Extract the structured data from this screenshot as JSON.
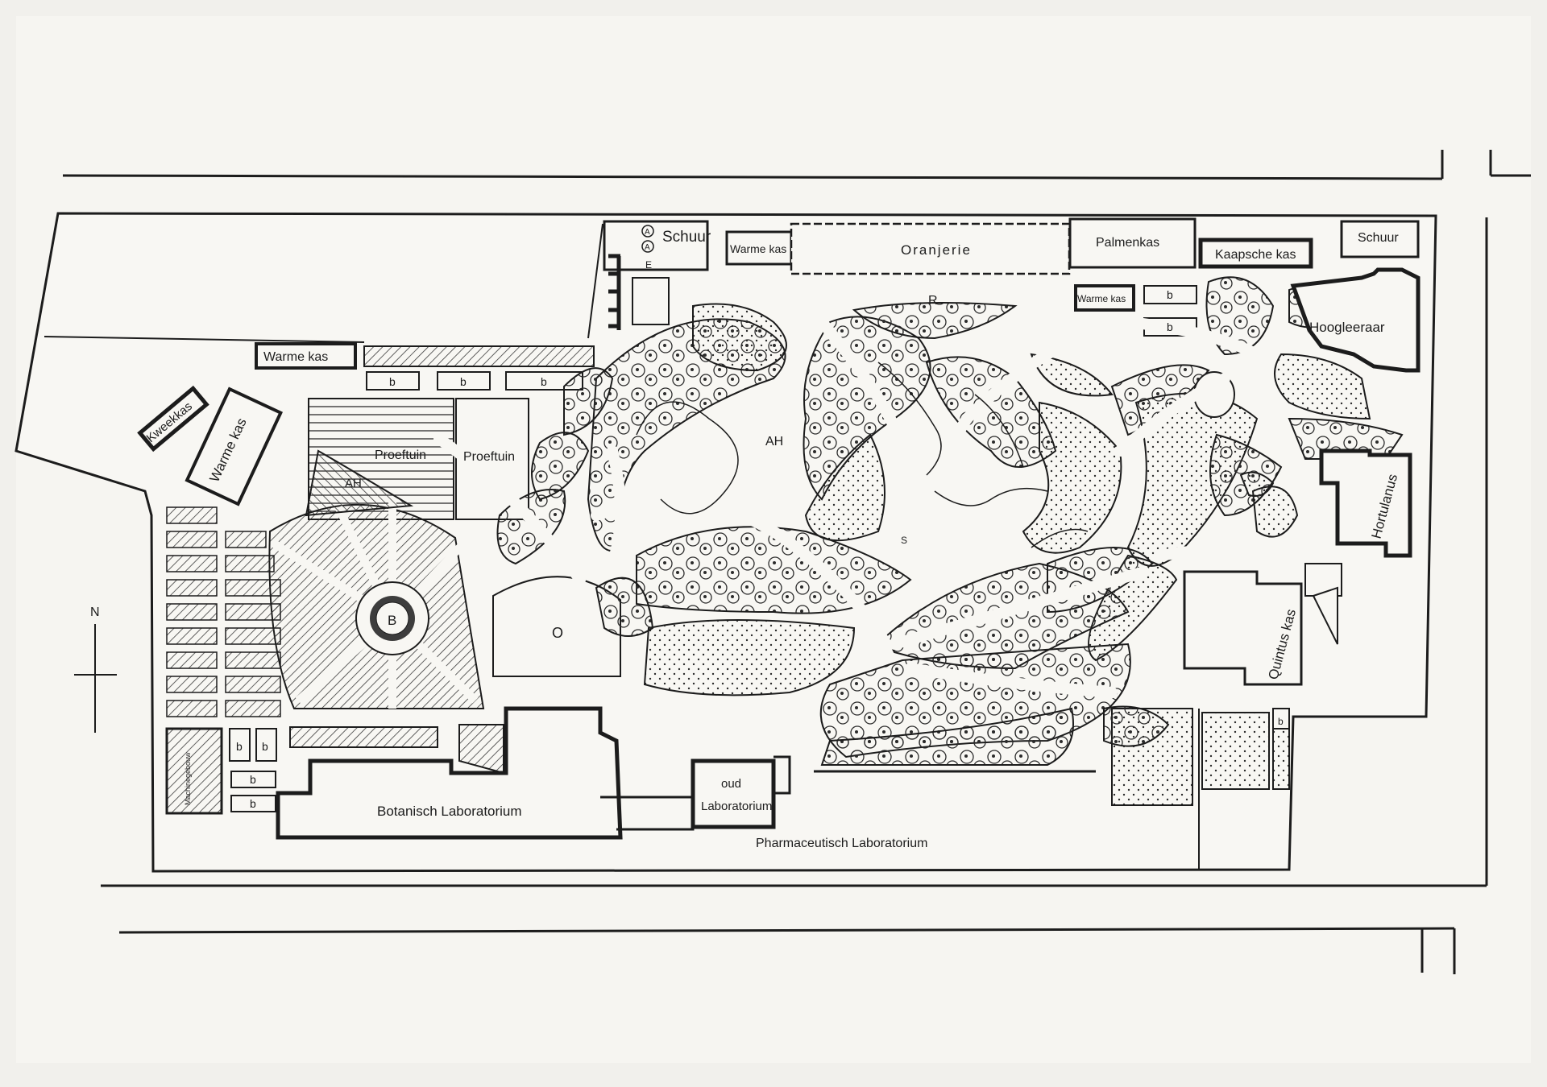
{
  "map": {
    "labels": {
      "schuur_left": "Schuur",
      "warme_kas_top": "Warme kas",
      "oranjerie": "Oranjerie",
      "palmenkas": "Palmenkas",
      "kaapsche_kas": "Kaapsche kas",
      "schuur_right": "Schuur",
      "r": "R",
      "warme_kas_right": "Warme kas",
      "hoogleeraar": "Hoogleeraar",
      "warme_kas_left": "Warme kas",
      "kweekkas": "Kweekkas",
      "warme_kas_diag": "Warme kas",
      "proeftuin_1": "Proeftuin",
      "proeftuin_2": "Proeftuin",
      "ah_left": "AH",
      "ah_center": "AH",
      "b_center": "B",
      "o": "O",
      "hortulanus": "Hortulanus",
      "quintus_kas": "Quintus kas",
      "machinegebouw": "Machinegebouw",
      "oud_laboratorium_1": "oud",
      "oud_laboratorium_2": "Laboratorium",
      "botanisch_laboratorium": "Botanisch Laboratorium",
      "pharmaceutisch_laboratorium": "Pharmaceutisch Laboratorium",
      "north": "N",
      "circle_a_1": "A",
      "circle_a_2": "A",
      "letter_e": "E",
      "letter_s": "S",
      "b": "b"
    },
    "colors": {
      "paper": "#f1f0ec",
      "sheet": "#f7f6f2",
      "ink": "#1c1c1c",
      "hatch": "#3a3a3a"
    }
  }
}
